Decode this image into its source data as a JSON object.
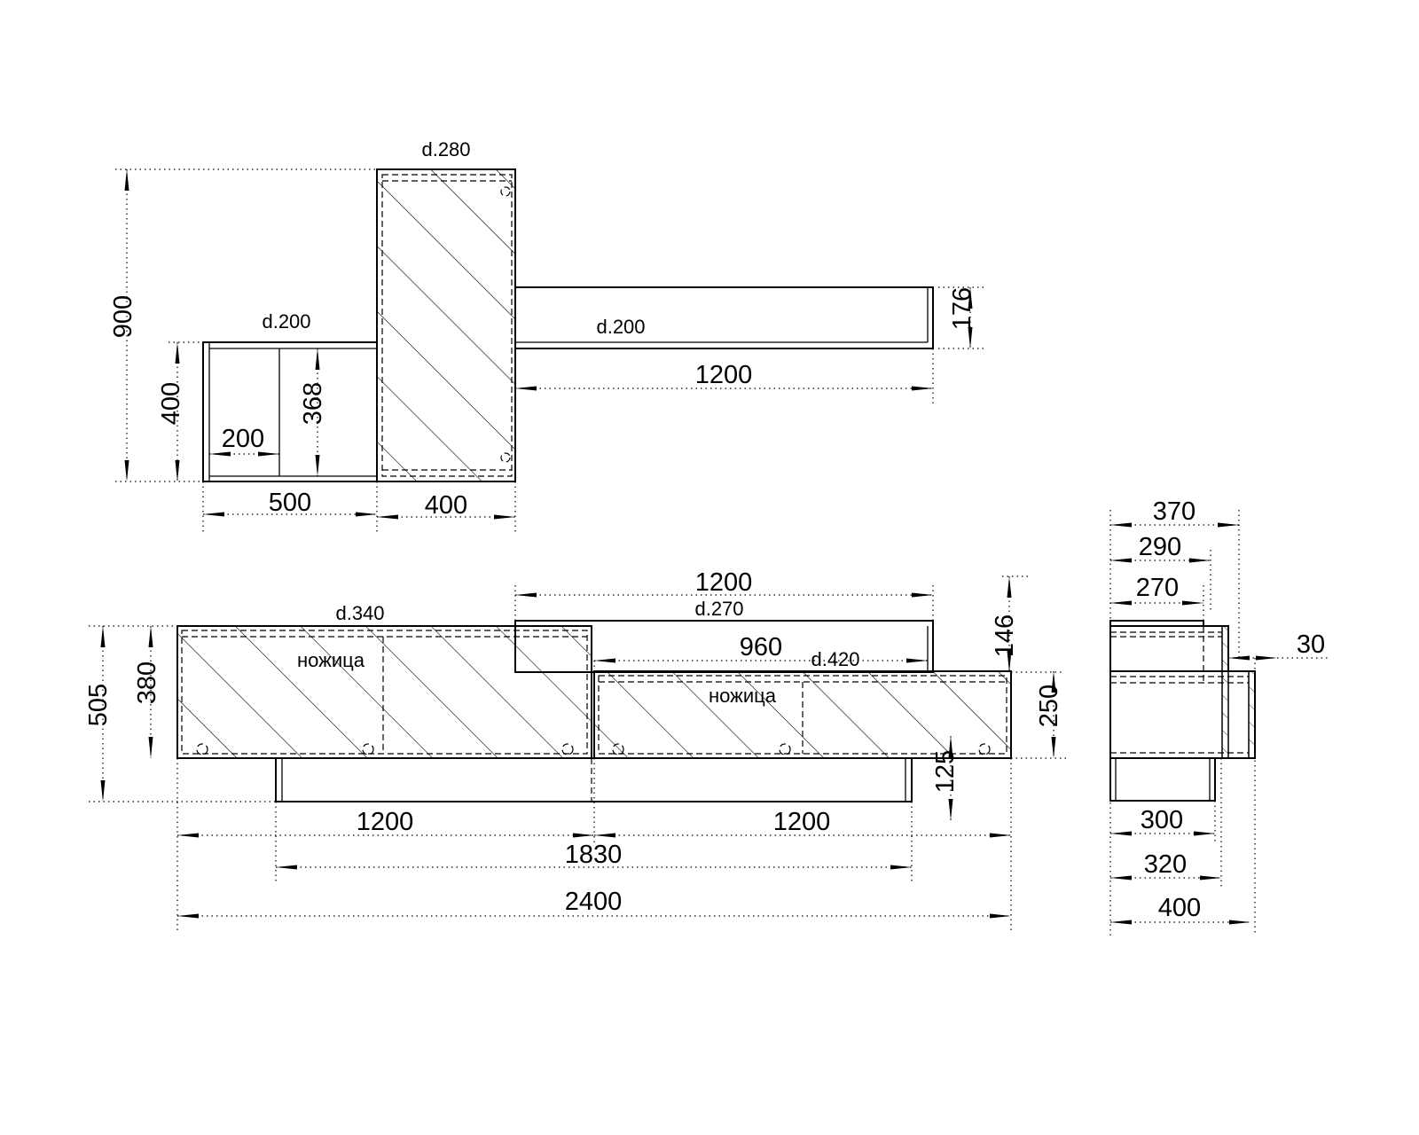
{
  "top_view": {
    "depth_left_shelf": "d.200",
    "depth_tall_cabinet": "d.280",
    "depth_right_shelf": "d.200",
    "dims": {
      "total_height": "900",
      "left_shelf_height": "400",
      "left_inner_height": "368",
      "left_compartment_width": "200",
      "left_shelf_width": "500",
      "tall_cabinet_width": "400",
      "right_shelf_width": "1200",
      "right_shelf_height": "176"
    }
  },
  "front_view": {
    "depth_left_cabinet": "d.340",
    "depth_top_shelf": "d.270",
    "depth_right_cabinet": "d.420",
    "mechanism_left": "ножица",
    "mechanism_right": "ножица",
    "dims": {
      "top_shelf_width": "1200",
      "inner_width": "960",
      "shelf_offset": "146",
      "right_cabinet_height": "250",
      "plinth_height": "125",
      "total_height": "505",
      "left_cabinet_height": "380",
      "left_cabinet_width": "1200",
      "right_cabinet_width": "1200",
      "plinth_width": "1830",
      "total_width": "2400"
    }
  },
  "side_view": {
    "dims": {
      "d370": "370",
      "d290": "290",
      "d270": "270",
      "d30": "30",
      "d300": "300",
      "d320": "320",
      "d400": "400"
    }
  }
}
